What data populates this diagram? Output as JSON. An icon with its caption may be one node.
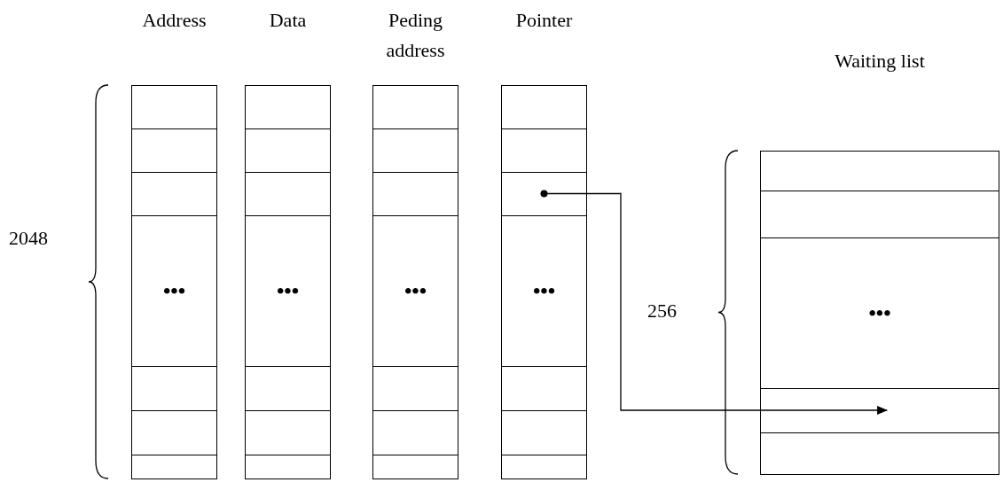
{
  "diagram": {
    "nodes": [
      {
        "text": [
          "Address"
        ]
      },
      {
        "text": [],
        "shape": "box",
        "in": 0
      },
      {
        "text": [],
        "shape": "box",
        "in": 0
      },
      {
        "text": [],
        "shape": "box",
        "in": 0
      },
      {
        "text": [
          "•••"
        ],
        "in": 0
      },
      {
        "text": [],
        "shape": "box",
        "in": 0
      },
      {
        "text": [],
        "shape": "box",
        "in": 0
      },
      {
        "text": [],
        "shape": "box",
        "in": 0
      },
      {
        "text": [
          "Data"
        ]
      },
      {
        "text": [],
        "shape": "box",
        "in": 8
      },
      {
        "text": [],
        "shape": "box",
        "in": 8
      },
      {
        "text": [],
        "shape": "box",
        "in": 8
      },
      {
        "text": [
          "•••"
        ],
        "in": 8
      },
      {
        "text": [],
        "shape": "box",
        "in": 8
      },
      {
        "text": [],
        "shape": "box",
        "in": 8
      },
      {
        "text": [],
        "shape": "box",
        "in": 8
      },
      {
        "text": [
          "Peding address"
        ]
      },
      {
        "text": [],
        "shape": "box",
        "in": 16
      },
      {
        "text": [],
        "shape": "box",
        "in": 16
      },
      {
        "text": [],
        "shape": "box",
        "in": 16
      },
      {
        "text": [
          "•••"
        ],
        "in": 16
      },
      {
        "text": [],
        "shape": "box",
        "in": 16
      },
      {
        "text": [],
        "shape": "box",
        "in": 16
      },
      {
        "text": [],
        "shape": "box",
        "in": 16
      },
      {
        "text": [
          "Pointer"
        ]
      },
      {
        "text": [],
        "shape": "box",
        "in": 24
      },
      {
        "text": [],
        "shape": "box",
        "in": 24
      },
      {
        "text": [],
        "shape": "box",
        "in": 24
      },
      {
        "text": [
          "•••"
        ],
        "in": 24
      },
      {
        "text": [],
        "shape": "box",
        "in": 24
      },
      {
        "text": [],
        "shape": "box",
        "in": 24
      },
      {
        "text": [],
        "shape": "box",
        "in": 24
      },
      {
        "text": [
          "Waiting list"
        ]
      },
      {
        "text": [],
        "shape": "box",
        "in": 32
      },
      {
        "text": [],
        "shape": "box",
        "in": 32
      },
      {
        "text": [
          "•••"
        ],
        "in": 32
      },
      {
        "text": [],
        "shape": "box",
        "in": 32
      },
      {
        "text": [],
        "shape": "box",
        "in": 32
      }
    ],
    "edges": [
      {
        "from": 27,
        "to": 36,
        "arrow": "to"
      }
    ],
    "labels": [
      "2048",
      "256"
    ]
  }
}
